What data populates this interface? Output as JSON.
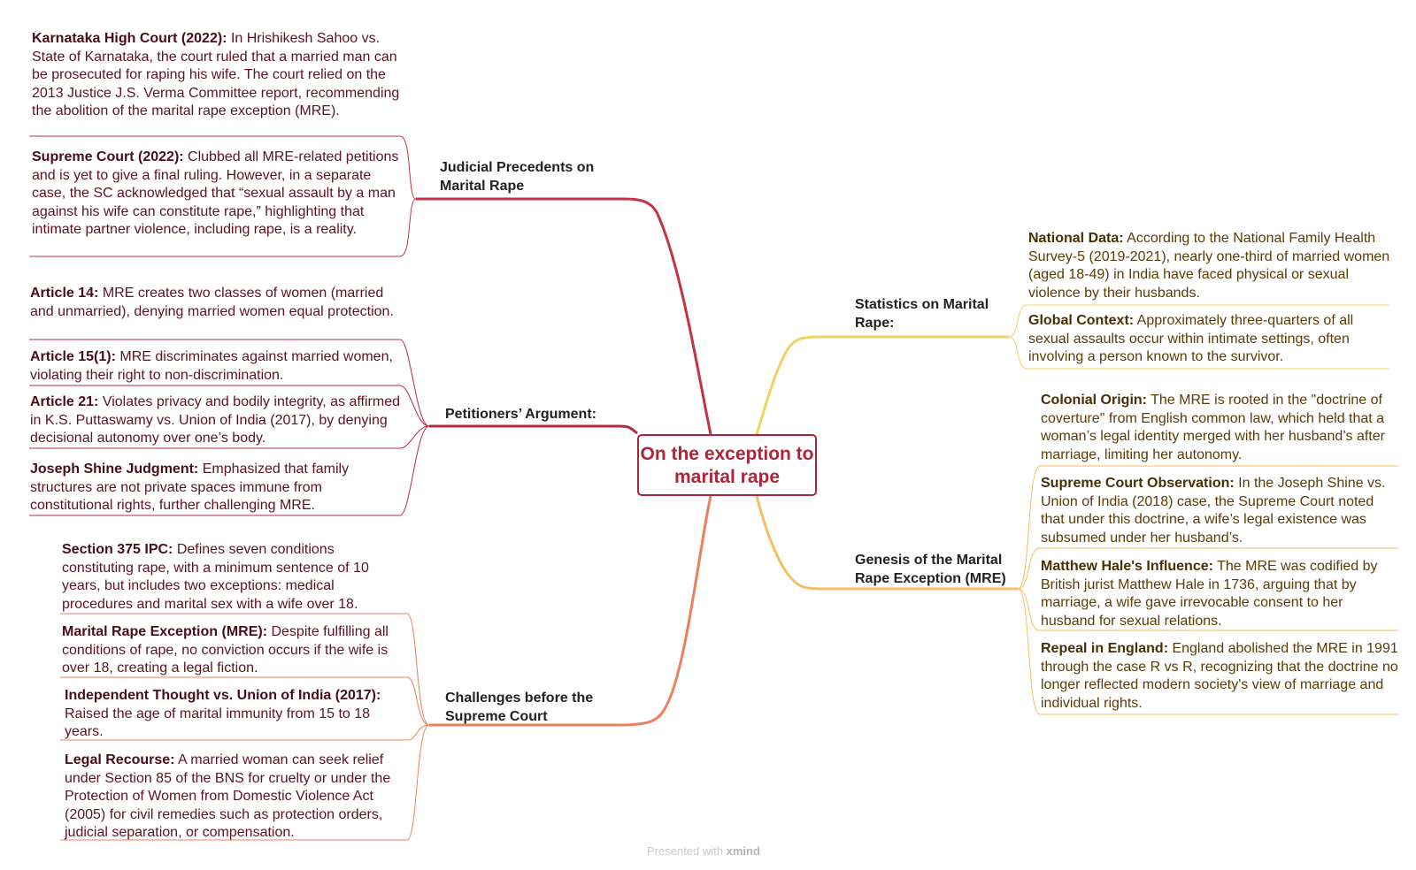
{
  "central": {
    "title": "On the exception to marital rape"
  },
  "branches": {
    "judicial": {
      "title": "Judicial Precedents on Marital Rape",
      "color": "#c63245",
      "items": [
        {
          "heading": "Karnataka High Court (2022):",
          "text": " In Hrishikesh Sahoo vs. State of Karnataka, the court ruled that a married man can be prosecuted for raping his wife. The court relied on the 2013 Justice J.S. Verma Committee report, recommending the abolition of the marital rape exception (MRE)."
        },
        {
          "heading": "Supreme Court (2022):",
          "text": " Clubbed all MRE-related petitions and is yet to give a final ruling. However, in a separate case, the SC acknowledged that “sexual assault by a man against his wife can constitute rape,” highlighting that intimate partner violence, including rape, is a reality."
        }
      ]
    },
    "petitioners": {
      "title": "Petitioners’ Argument:",
      "color": "#b52a3f",
      "items": [
        {
          "heading": "Article 14:",
          "text": " MRE creates two classes of women (married and unmarried), denying married women equal protection."
        },
        {
          "heading": "Article 15(1):",
          "text": " MRE discriminates against married women, violating their right to non-discrimination."
        },
        {
          "heading": "Article 21:",
          "text": " Violates privacy and bodily integrity, as affirmed in K.S. Puttaswamy vs. Union of India (2017), by denying decisional autonomy over one’s body."
        },
        {
          "heading": "Joseph Shine Judgment:",
          "text": " Emphasized that family structures are not private spaces immune from constitutional rights, further challenging MRE."
        }
      ]
    },
    "challenges": {
      "title": "Challenges before the Supreme Court",
      "color": "#ef7f5a",
      "items": [
        {
          "heading": "Section 375 IPC:",
          "text": " Defines seven conditions constituting rape, with a minimum sentence of 10 years, but includes two exceptions: medical procedures and marital sex with a wife over 18."
        },
        {
          "heading": "Marital Rape Exception (MRE):",
          "text": " Despite fulfilling all conditions of rape, no conviction occurs if the wife is over 18, creating a legal fiction."
        },
        {
          "heading": "Independent Thought vs. Union of India (2017):",
          "text": " Raised the age of marital immunity from 15 to 18 years."
        },
        {
          "heading": "Legal Recourse:",
          "text": " A married woman can seek relief under Section 85 of the BNS for cruelty or under the Protection of Women from Domestic Violence Act (2005) for civil remedies such as protection orders, judicial separation, or compensation."
        }
      ]
    },
    "statistics": {
      "title": "Statistics on Marital Rape:",
      "color": "#f0d264",
      "items": [
        {
          "heading": "National Data:",
          "text": " According to the National Family Health Survey-5 (2019-2021), nearly one-third of married women (aged 18-49) in India have faced physical or sexual violence by their husbands."
        },
        {
          "heading": "Global Context:",
          "text": " Approximately three-quarters of all sexual assaults occur within intimate settings, often involving a person known to the survivor."
        }
      ]
    },
    "genesis": {
      "title": "Genesis of the Marital Rape Exception (MRE)",
      "color": "#f6bd62",
      "items": [
        {
          "heading": "Colonial Origin:",
          "text": " The MRE is rooted in the \"doctrine of coverture\" from English common law, which held that a woman’s legal identity merged with her husband’s after marriage, limiting her autonomy."
        },
        {
          "heading": "Supreme Court Observation:",
          "text": " In the Joseph Shine vs. Union of India (2018) case, the Supreme Court noted that under this doctrine, a wife’s legal existence was subsumed under her husband’s."
        },
        {
          "heading": "Matthew Hale's Influence:",
          "text": " The MRE was codified by British jurist Matthew Hale in 1736, arguing that by marriage, a wife gave irrevocable consent to her husband for sexual relations."
        },
        {
          "heading": "Repeal in England:",
          "text": " England abolished the MRE in 1991 through the case R vs R, recognizing that the doctrine no longer reflected modern society's view of marriage and individual rights."
        }
      ]
    }
  },
  "footer": {
    "prefix": "Presented with ",
    "brand": "xmind"
  }
}
